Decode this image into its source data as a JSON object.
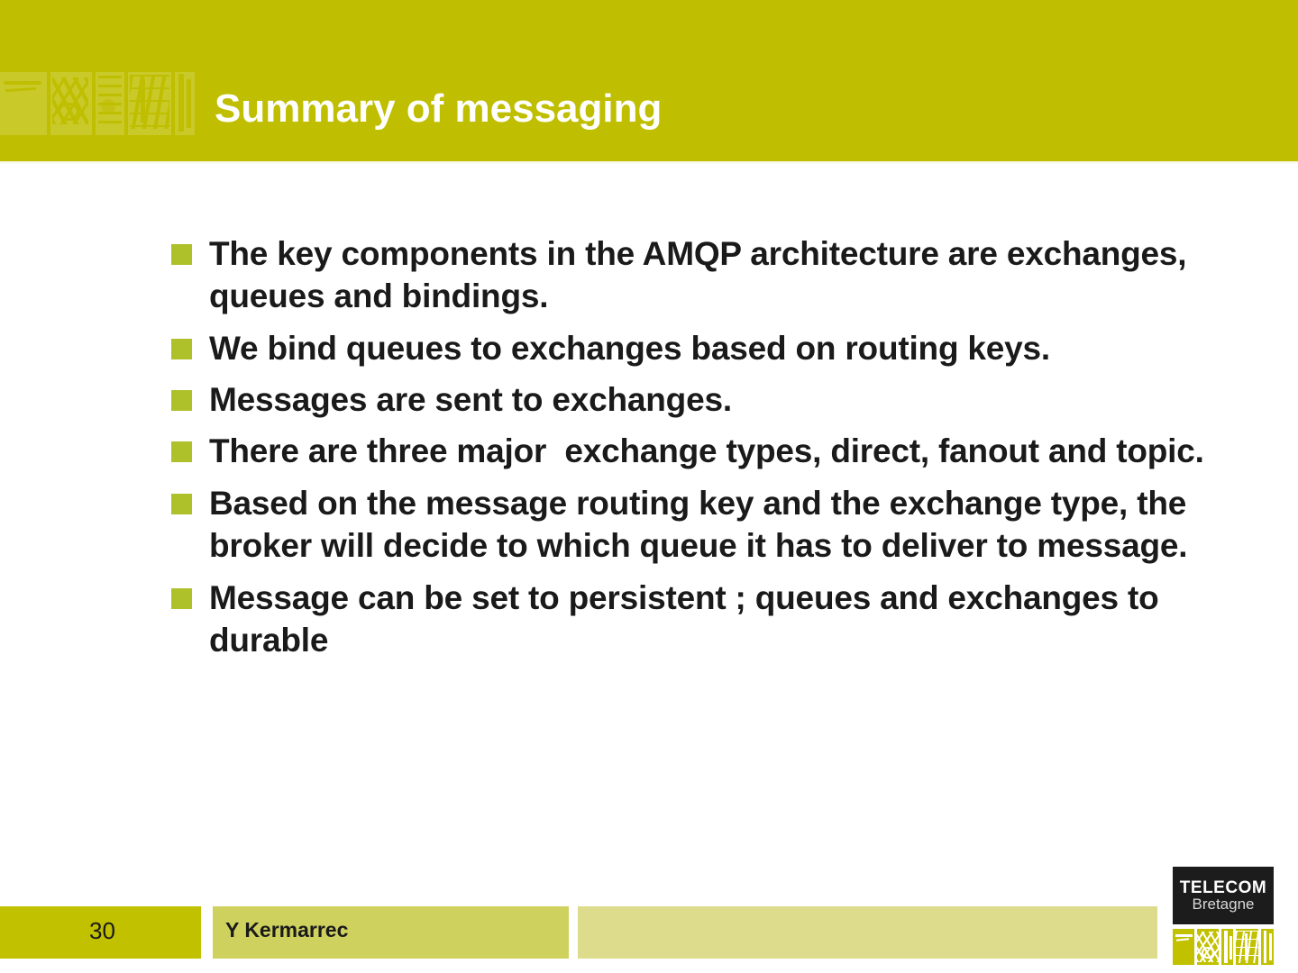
{
  "slide": {
    "title": "Summary of messaging",
    "bullets": [
      "The key components in the AMQP architecture are exchanges, queues and bindings.",
      "We bind queues to exchanges based on routing keys.",
      "Messages are sent to exchanges.",
      "There are three major  exchange types, direct, fanout and topic.",
      "Based on the message routing key and the exchange type, the broker will decide to which queue it has to deliver to message.",
      "Message can be set to persistent ; queues and exchanges to durable"
    ]
  },
  "footer": {
    "page_number": "30",
    "author": "Y Kermarrec"
  },
  "logo": {
    "line1": "TELECOM",
    "line2": "Bretagne"
  },
  "colors": {
    "header_green": "#bfbe00",
    "bullet_green": "#aec02a",
    "band_page": "#c2c100",
    "band_author": "#cfd15f",
    "band_blank": "#dcdc8c",
    "logo_black": "#1c1c1c",
    "text_dark": "#1a1a1a"
  }
}
